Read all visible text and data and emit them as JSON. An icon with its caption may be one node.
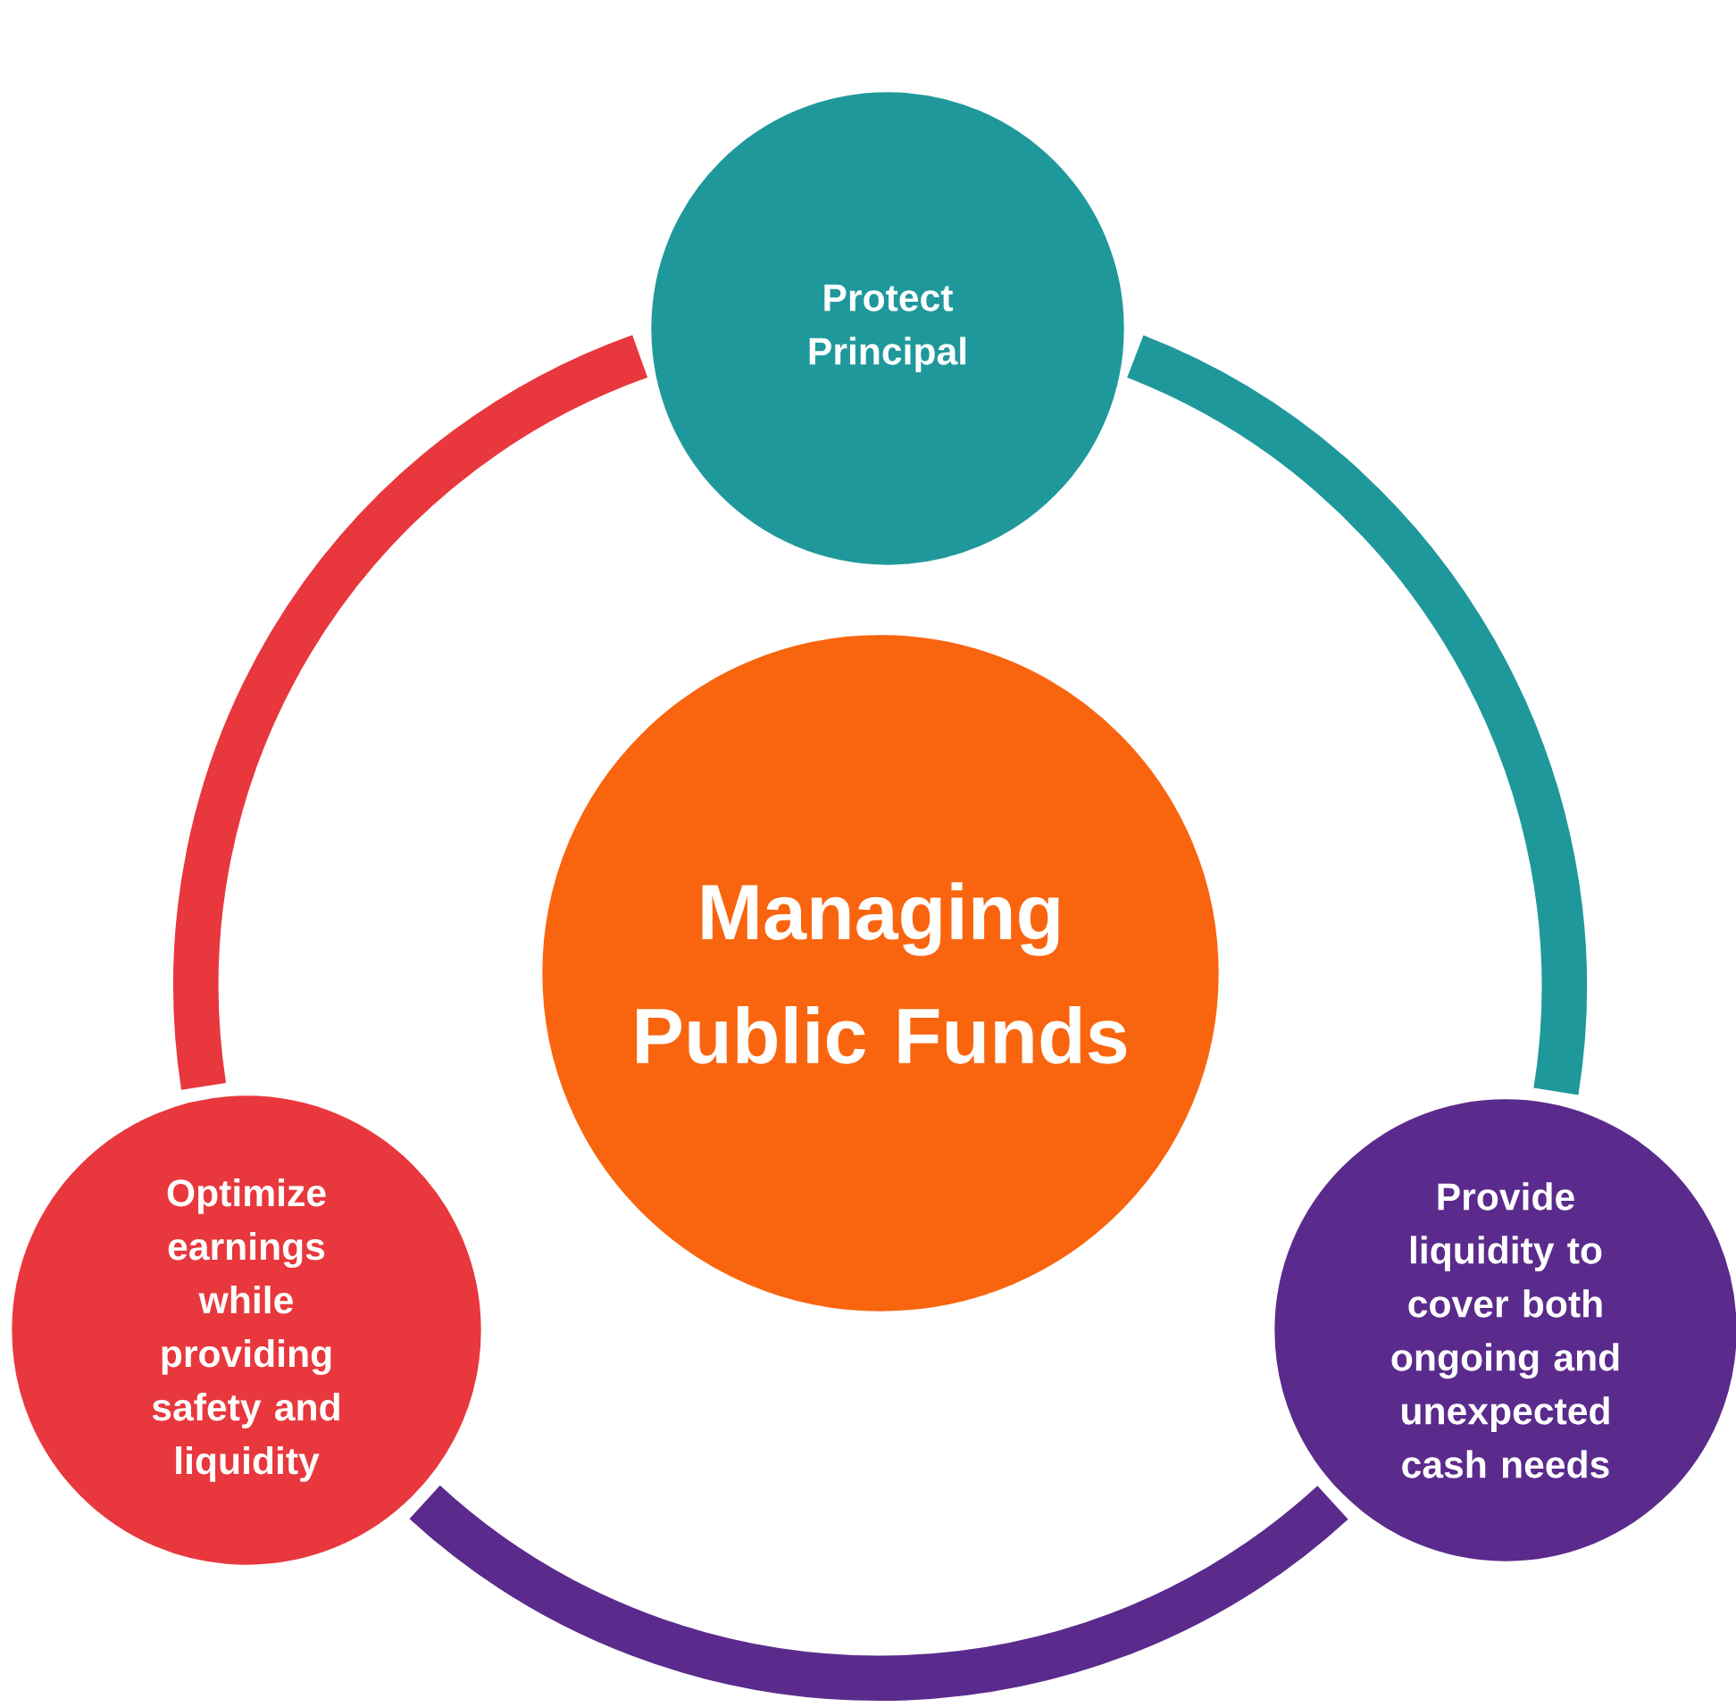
{
  "diagram": {
    "nodes": [
      {
        "text": [
          "Managing Public Funds"
        ]
      },
      {
        "text": [
          "Protect Principal"
        ]
      },
      {
        "text": [
          "Provide liquidity to cover both ongoing and unexpected cash needs"
        ]
      },
      {
        "text": [
          "Optimize earnings while providing safety and liquidity"
        ]
      }
    ],
    "edges": [
      {
        "from": 1,
        "to": 2,
        "arrow": "none",
        "color": "#1f989c"
      },
      {
        "from": 2,
        "to": 3,
        "arrow": "none",
        "color": "#5a2b8c"
      },
      {
        "from": 3,
        "to": 1,
        "arrow": "none",
        "color": "#e8383d"
      }
    ]
  }
}
